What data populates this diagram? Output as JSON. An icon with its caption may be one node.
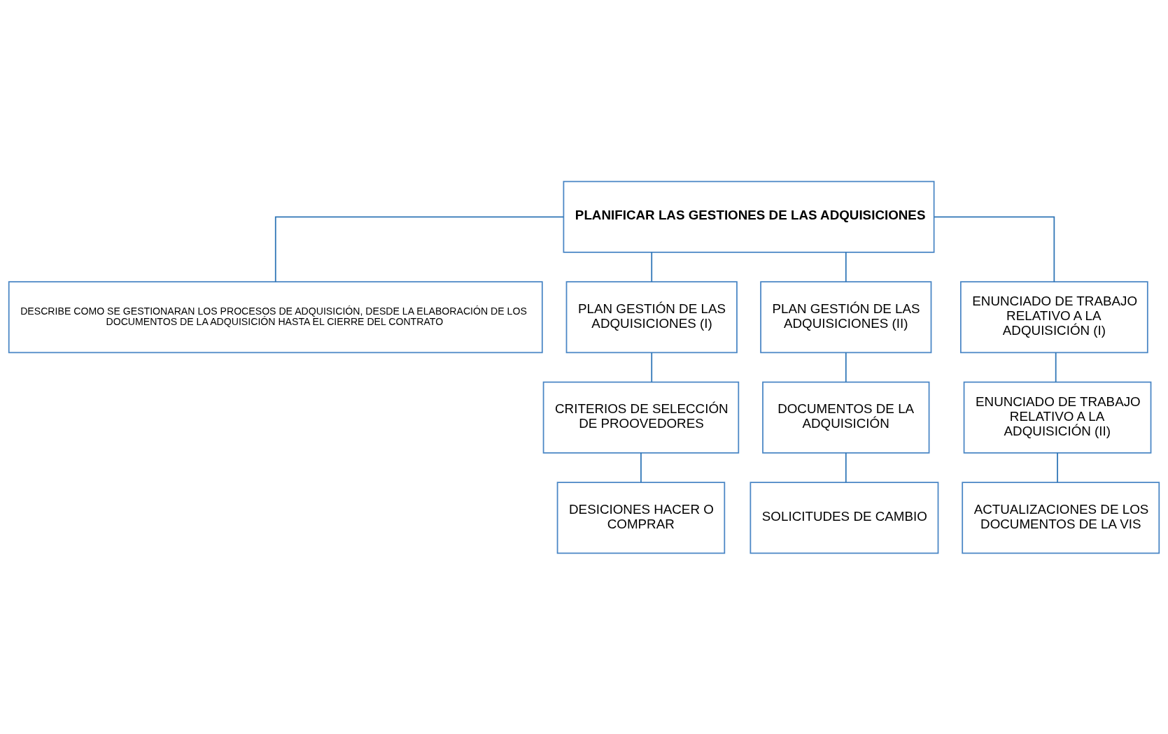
{
  "diagram": {
    "nodes": [
      {
        "text": [
          "PLANIFICAR LAS GESTIONES DE LAS ADQUISICIONES"
        ]
      },
      {
        "text": [
          "DESCRIBE COMO SE GESTIONARAN LOS PROCESOS DE ADQUISICIÓN, DESDE LA ELABORACIÓN DE LOS DOCUMENTOS DE LA ADQUISICIÓN HASTA EL CIERRE DEL CONTRATO"
        ]
      },
      {
        "text": [
          "PLAN GESTIÓN DE LAS ADQUISICIONES (I)"
        ]
      },
      {
        "text": [
          "PLAN GESTIÓN DE LAS ADQUISICIONES (II)"
        ]
      },
      {
        "text": [
          "ENUNCIADO DE TRABAJO RELATIVO A LA ADQUISICIÓN (I)"
        ]
      },
      {
        "text": [
          "CRITERIOS DE SELECCIÓN DE PROOVEDORES"
        ]
      },
      {
        "text": [
          "DOCUMENTOS DE LA ADQUISICIÓN"
        ]
      },
      {
        "text": [
          "ENUNCIADO DE TRABAJO RELATIVO A LA ADQUISICIÓN (II)"
        ]
      },
      {
        "text": [
          "DESICIONES HACER O COMPRAR"
        ]
      },
      {
        "text": [
          "SOLICITUDES DE CAMBIO"
        ]
      },
      {
        "text": [
          "ACTUALIZACIONES DE LOS DOCUMENTOS DE LA VIS"
        ]
      }
    ],
    "edges": [
      {
        "from": 0,
        "to": 1,
        "arrow": "none"
      },
      {
        "from": 0,
        "to": 2,
        "arrow": "none"
      },
      {
        "from": 0,
        "to": 3,
        "arrow": "none"
      },
      {
        "from": 0,
        "to": 4,
        "arrow": "none"
      },
      {
        "from": 2,
        "to": 5,
        "arrow": "none"
      },
      {
        "from": 3,
        "to": 6,
        "arrow": "none"
      },
      {
        "from": 4,
        "to": 7,
        "arrow": "none"
      },
      {
        "from": 5,
        "to": 8,
        "arrow": "none"
      },
      {
        "from": 6,
        "to": 9,
        "arrow": "none"
      },
      {
        "from": 7,
        "to": 10,
        "arrow": "none"
      }
    ]
  }
}
